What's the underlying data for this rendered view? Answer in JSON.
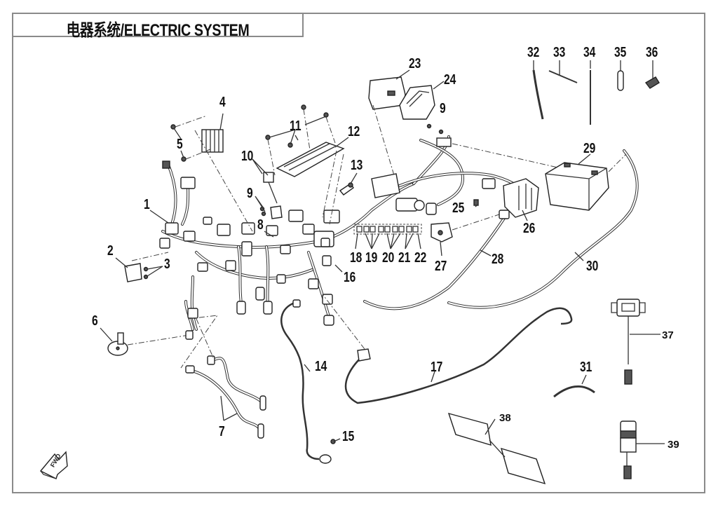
{
  "title": "电器系统/ELECTRIC SYSTEM",
  "colors": {
    "line": "#333333",
    "frame": "#8a8a8a",
    "background": "#ffffff"
  },
  "direction_marker": {
    "icon": "forward-arrow-icon",
    "text": "FWD"
  },
  "callouts": [
    {
      "id": "1",
      "label": "1"
    },
    {
      "id": "2",
      "label": "2"
    },
    {
      "id": "3",
      "label": "3"
    },
    {
      "id": "4",
      "label": "4"
    },
    {
      "id": "5",
      "label": "5"
    },
    {
      "id": "6",
      "label": "6"
    },
    {
      "id": "7",
      "label": "7"
    },
    {
      "id": "8",
      "label": "8"
    },
    {
      "id": "9a",
      "label": "9"
    },
    {
      "id": "9b",
      "label": "9"
    },
    {
      "id": "10",
      "label": "10"
    },
    {
      "id": "11",
      "label": "11"
    },
    {
      "id": "12",
      "label": "12"
    },
    {
      "id": "13",
      "label": "13"
    },
    {
      "id": "14",
      "label": "14"
    },
    {
      "id": "15",
      "label": "15"
    },
    {
      "id": "16",
      "label": "16"
    },
    {
      "id": "17",
      "label": "17"
    },
    {
      "id": "18",
      "label": "18"
    },
    {
      "id": "19",
      "label": "19"
    },
    {
      "id": "20",
      "label": "20"
    },
    {
      "id": "21",
      "label": "21"
    },
    {
      "id": "22",
      "label": "22"
    },
    {
      "id": "23",
      "label": "23"
    },
    {
      "id": "24",
      "label": "24"
    },
    {
      "id": "25",
      "label": "25"
    },
    {
      "id": "26",
      "label": "26"
    },
    {
      "id": "27",
      "label": "27"
    },
    {
      "id": "28",
      "label": "28"
    },
    {
      "id": "29",
      "label": "29"
    },
    {
      "id": "30",
      "label": "30"
    },
    {
      "id": "31",
      "label": "31"
    },
    {
      "id": "32",
      "label": "32"
    },
    {
      "id": "33",
      "label": "33"
    },
    {
      "id": "34",
      "label": "34"
    },
    {
      "id": "35",
      "label": "35"
    },
    {
      "id": "36",
      "label": "36"
    },
    {
      "id": "37",
      "label": "37"
    },
    {
      "id": "38",
      "label": "38"
    },
    {
      "id": "39",
      "label": "39"
    }
  ]
}
